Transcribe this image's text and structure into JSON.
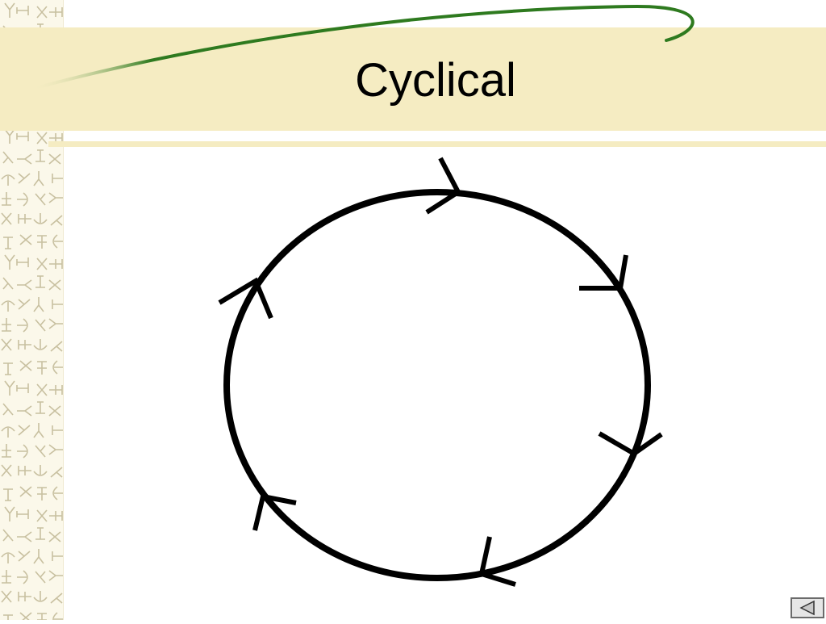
{
  "slide": {
    "title": "Cyclical"
  },
  "colors": {
    "title_band": "#f5ecc2",
    "swoosh": "#2e7a1f",
    "cycle_stroke": "#000000",
    "pattern_ink": "#c8c0a0"
  },
  "diagram": {
    "type": "cycle",
    "direction": "clockwise",
    "arrow_count": 6
  },
  "navigation": {
    "previous_icon": "triangle-left-icon"
  }
}
